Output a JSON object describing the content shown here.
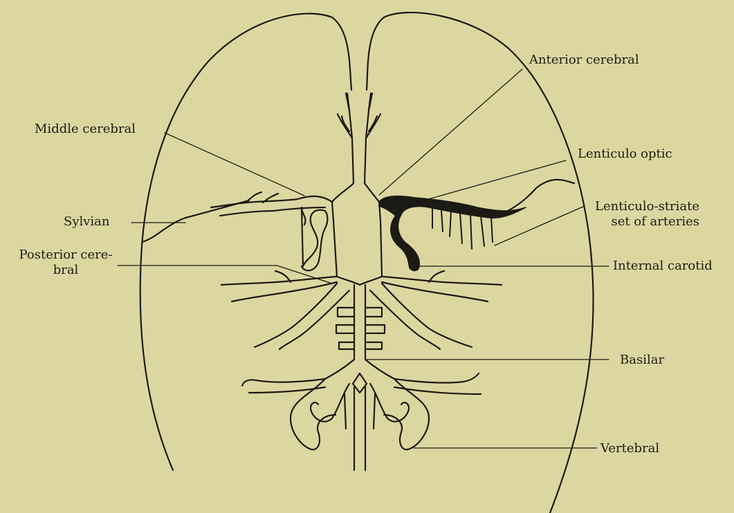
{
  "colors": {
    "background": "#dcd7a0",
    "ink": "#1c1a14"
  },
  "labels": {
    "anterior_cerebral": "Anterior cerebral",
    "middle_cerebral": "Middle cerebral",
    "lenticulo_optic": "Lenticulo optic",
    "sylvian": "Sylvian",
    "lenticulo_striate_1": "Lenticulo-striate",
    "lenticulo_striate_2": "set of arteries",
    "posterior_cerebral_1": "Posterior cere-",
    "posterior_cerebral_2": "bral",
    "internal_carotid": "Internal carotid",
    "basilar": "Basilar",
    "vertebral": "Vertebral"
  }
}
